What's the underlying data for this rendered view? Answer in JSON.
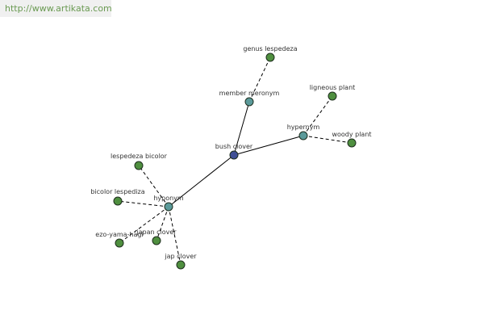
{
  "watermark": "http://www.artikata.com",
  "colors": {
    "center": "#3f4f95",
    "relation": "#5b9a9a",
    "leaf": "#4f8f3f",
    "node_stroke": "#1e2e1e"
  },
  "graph": {
    "nodes": [
      {
        "id": "center",
        "label": "bush clover",
        "kind": "center"
      },
      {
        "id": "meronym",
        "label": "member meronym",
        "kind": "relation"
      },
      {
        "id": "hypernym",
        "label": "hypernym",
        "kind": "relation"
      },
      {
        "id": "hyponym",
        "label": "hyponym",
        "kind": "relation"
      },
      {
        "id": "genus",
        "label": "genus lespedeza",
        "kind": "leaf"
      },
      {
        "id": "ligneous",
        "label": "ligneous plant",
        "kind": "leaf"
      },
      {
        "id": "woody",
        "label": "woody plant",
        "kind": "leaf"
      },
      {
        "id": "lesp_bicolor",
        "label": "lespedeza bicolor",
        "kind": "leaf"
      },
      {
        "id": "bicolor_lesp",
        "label": "bicolor lespediza",
        "kind": "leaf"
      },
      {
        "id": "ezo",
        "label": "ezo-yama-hagi",
        "kind": "leaf"
      },
      {
        "id": "japan_clover",
        "label": "japan clover",
        "kind": "leaf"
      },
      {
        "id": "jap_clover",
        "label": "jap clover",
        "kind": "leaf"
      }
    ],
    "edges": [
      {
        "from": "center",
        "to": "meronym",
        "style": "solid"
      },
      {
        "from": "center",
        "to": "hypernym",
        "style": "solid"
      },
      {
        "from": "center",
        "to": "hyponym",
        "style": "solid"
      },
      {
        "from": "meronym",
        "to": "genus",
        "style": "dashed"
      },
      {
        "from": "hypernym",
        "to": "ligneous",
        "style": "dashed"
      },
      {
        "from": "hypernym",
        "to": "woody",
        "style": "dashed"
      },
      {
        "from": "hyponym",
        "to": "lesp_bicolor",
        "style": "dashed"
      },
      {
        "from": "hyponym",
        "to": "bicolor_lesp",
        "style": "dashed"
      },
      {
        "from": "hyponym",
        "to": "ezo",
        "style": "dashed"
      },
      {
        "from": "hyponym",
        "to": "japan_clover",
        "style": "dashed"
      },
      {
        "from": "hyponym",
        "to": "jap_clover",
        "style": "dashed"
      }
    ]
  }
}
